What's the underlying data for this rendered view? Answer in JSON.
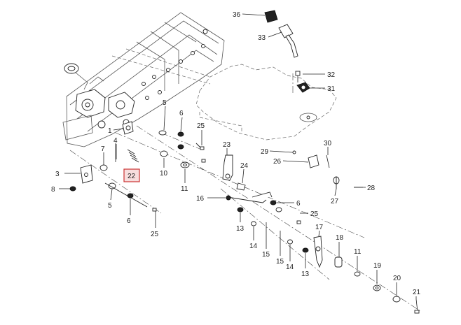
{
  "callouts": [
    {
      "id": "c36",
      "label": "36"
    },
    {
      "id": "c33",
      "label": "33"
    },
    {
      "id": "c32",
      "label": "32"
    },
    {
      "id": "c31",
      "label": "31"
    },
    {
      "id": "c1",
      "label": "1"
    },
    {
      "id": "c5a",
      "label": "5"
    },
    {
      "id": "c6a",
      "label": "6"
    },
    {
      "id": "c25a",
      "label": "25"
    },
    {
      "id": "c4",
      "label": "4"
    },
    {
      "id": "c7",
      "label": "7"
    },
    {
      "id": "c10",
      "label": "10"
    },
    {
      "id": "c11a",
      "label": "11"
    },
    {
      "id": "c3",
      "label": "3"
    },
    {
      "id": "c8",
      "label": "8"
    },
    {
      "id": "c22",
      "label": "22"
    },
    {
      "id": "c5b",
      "label": "5"
    },
    {
      "id": "c6b",
      "label": "6"
    },
    {
      "id": "c25b",
      "label": "25"
    },
    {
      "id": "c23",
      "label": "23"
    },
    {
      "id": "c24",
      "label": "24"
    },
    {
      "id": "c29",
      "label": "29"
    },
    {
      "id": "c30",
      "label": "30"
    },
    {
      "id": "c26",
      "label": "26"
    },
    {
      "id": "c27",
      "label": "27"
    },
    {
      "id": "c28",
      "label": "28"
    },
    {
      "id": "c16",
      "label": "16"
    },
    {
      "id": "c6c",
      "label": "6"
    },
    {
      "id": "c25c",
      "label": "25"
    },
    {
      "id": "c13a",
      "label": "13"
    },
    {
      "id": "c14a",
      "label": "14"
    },
    {
      "id": "c15a",
      "label": "15"
    },
    {
      "id": "c15b",
      "label": "15"
    },
    {
      "id": "c14b",
      "label": "14"
    },
    {
      "id": "c13b",
      "label": "13"
    },
    {
      "id": "c17",
      "label": "17"
    },
    {
      "id": "c18",
      "label": "18"
    },
    {
      "id": "c11b",
      "label": "11"
    },
    {
      "id": "c19",
      "label": "19"
    },
    {
      "id": "c20",
      "label": "20"
    },
    {
      "id": "c21",
      "label": "21"
    }
  ],
  "colors": {
    "highlight_fill": "#f7dede",
    "highlight_stroke": "#cc3333",
    "line": "#222222"
  }
}
